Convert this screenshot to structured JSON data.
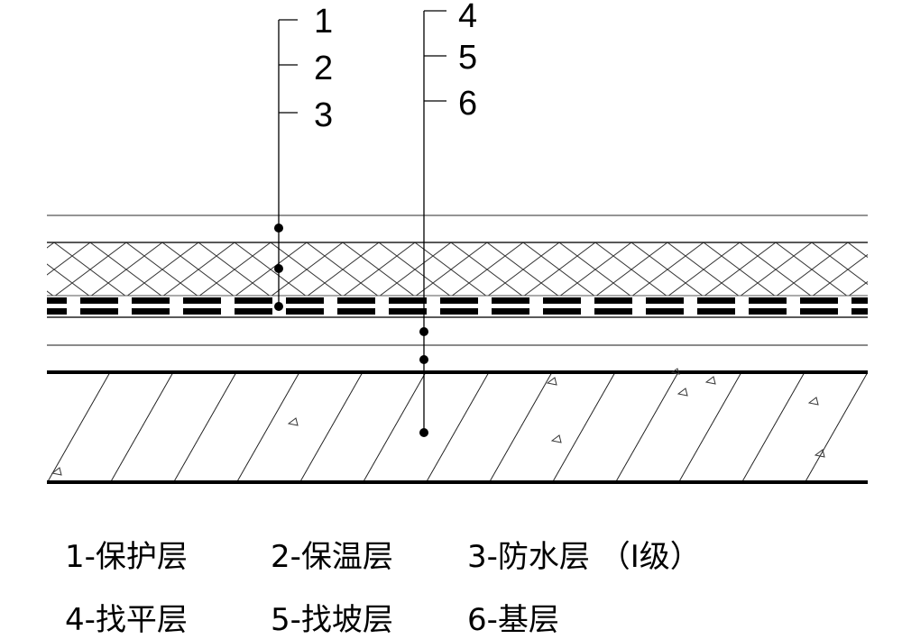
{
  "callouts": {
    "group_a": [
      "1",
      "2",
      "3"
    ],
    "group_b": [
      "4",
      "5",
      "6"
    ]
  },
  "legend": {
    "row1": [
      "1-保护层",
      "2-保温层",
      "3-防水层 （I级）"
    ],
    "row2": [
      "4-找平层",
      "5-找坡层",
      "6-基层"
    ]
  }
}
